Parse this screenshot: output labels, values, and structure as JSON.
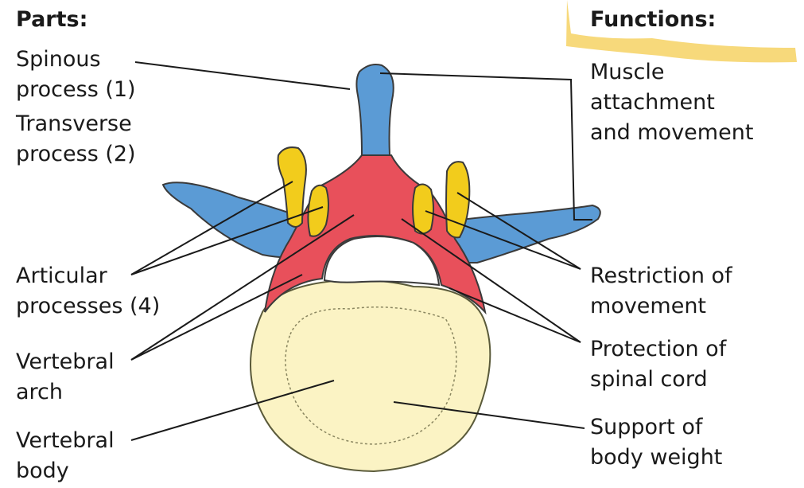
{
  "headers": {
    "parts": "Parts:",
    "functions": "Functions:"
  },
  "parts": [
    {
      "lines": [
        "Spinous",
        "process (1)"
      ]
    },
    {
      "lines": [
        "Transverse",
        "process (2)"
      ]
    },
    {
      "lines": [
        "Articular",
        "processes (4)"
      ]
    },
    {
      "lines": [
        "Vertebral",
        "arch"
      ]
    },
    {
      "lines": [
        "Vertebral",
        "body"
      ]
    }
  ],
  "functions": [
    {
      "lines": [
        "Muscle",
        "attachment",
        "and movement"
      ]
    },
    {
      "lines": [
        "Restriction of",
        "movement"
      ]
    },
    {
      "lines": [
        "Protection of",
        "spinal cord"
      ]
    },
    {
      "lines": [
        "Support of",
        "body weight"
      ]
    }
  ],
  "colors": {
    "process_blue": "#5b9bd5",
    "arch_red": "#e8505b",
    "articular_yellow": "#f2cc1c",
    "body_cream": "#fbf3c4",
    "highlight": "#f7d774"
  }
}
